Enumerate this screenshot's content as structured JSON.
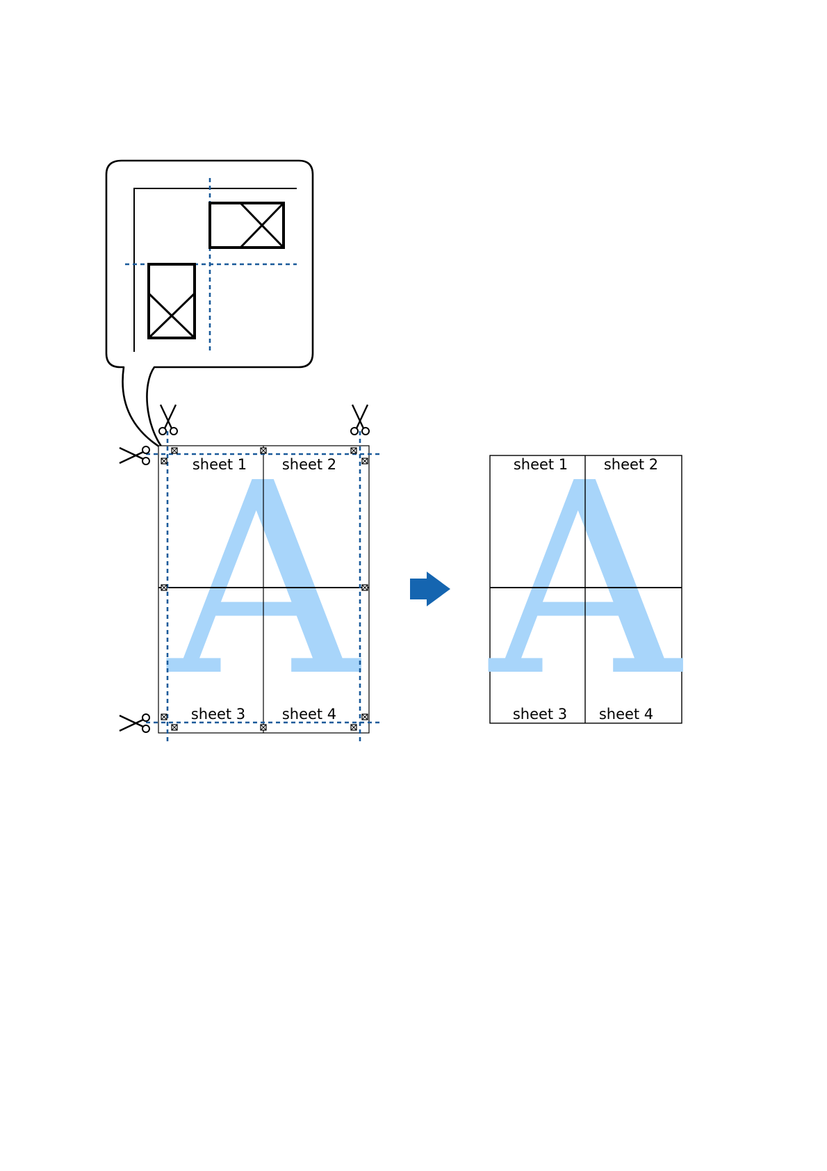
{
  "colors": {
    "cut_line": "#1a5a9a",
    "arrow": "#1565b0",
    "watermark": "#a8d5fa",
    "outline": "#000000",
    "background": "#ffffff"
  },
  "before": {
    "watermark_letter": "A",
    "sheets": [
      "sheet 1",
      "sheet 2",
      "sheet 3",
      "sheet 4"
    ]
  },
  "after": {
    "watermark_letter": "A",
    "sheets": [
      "sheet 1",
      "sheet 2",
      "sheet 3",
      "sheet 4"
    ]
  },
  "icons": {
    "cut": "scissors-icon",
    "direction": "right-arrow-icon",
    "marker": "overlap-mark-icon"
  }
}
